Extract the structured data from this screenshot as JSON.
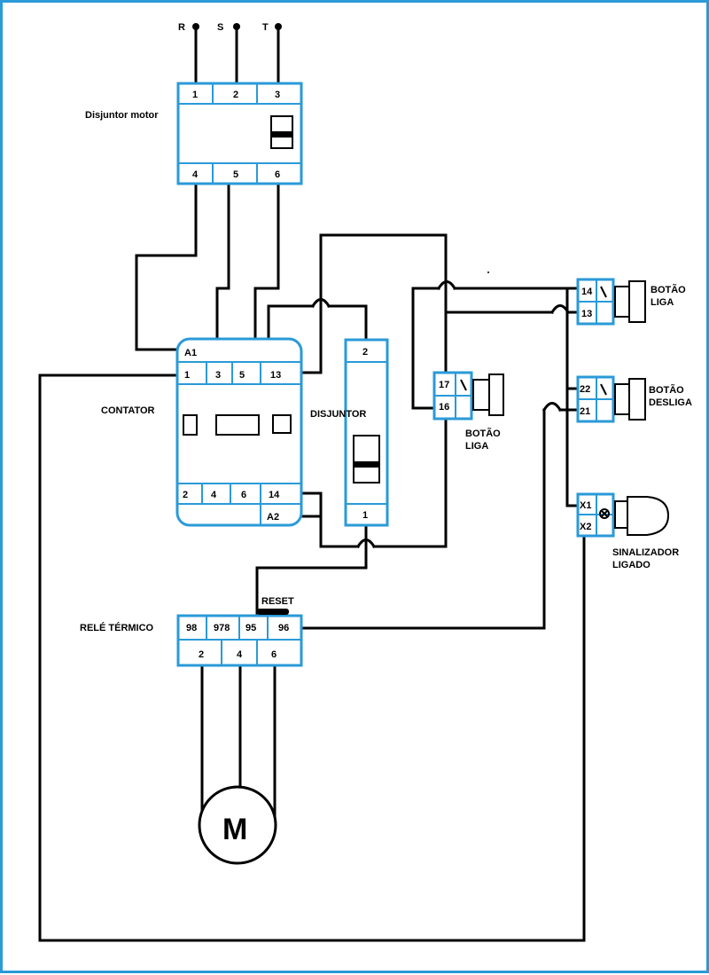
{
  "colors": {
    "frame": "#2a9ad8",
    "wire": "#000000",
    "background": "#ffffff"
  },
  "phases": [
    "R",
    "S",
    "T"
  ],
  "disjuntor_motor": {
    "label": "Disjuntor motor",
    "top_terminals": [
      "1",
      "2",
      "3"
    ],
    "bottom_terminals": [
      "4",
      "5",
      "6"
    ]
  },
  "contator": {
    "label": "CONTATOR",
    "coil_a1": "A1",
    "coil_a2": "A2",
    "top_terminals": [
      "1",
      "3",
      "5",
      "13"
    ],
    "bottom_terminals": [
      "2",
      "4",
      "6",
      "14"
    ]
  },
  "disjuntor": {
    "label": "DISJUNTOR",
    "top_terminal": "2",
    "bottom_terminal": "1"
  },
  "botao_liga_seal": {
    "label_line1": "BOTÃO",
    "label_line2": "LIGA",
    "terminals": [
      "17",
      "16"
    ]
  },
  "botao_liga": {
    "label_line1": "BOTÃO",
    "label_line2": "LIGA",
    "terminals": [
      "14",
      "13"
    ]
  },
  "botao_desliga": {
    "label_line1": "BOTÃO",
    "label_line2": "DESLIGA",
    "terminals": [
      "22",
      "21"
    ]
  },
  "sinalizador": {
    "label_line1": "SINALIZADOR",
    "label_line2": "LIGADO",
    "terminals": [
      "X1",
      "X2"
    ]
  },
  "rele_termico": {
    "label": "RELÉ TÉRMICO",
    "reset_label": "RESET",
    "aux_terminals": [
      "98",
      "978",
      "95",
      "96"
    ],
    "bottom_terminals": [
      "2",
      "4",
      "6"
    ]
  },
  "motor": {
    "symbol": "M"
  }
}
